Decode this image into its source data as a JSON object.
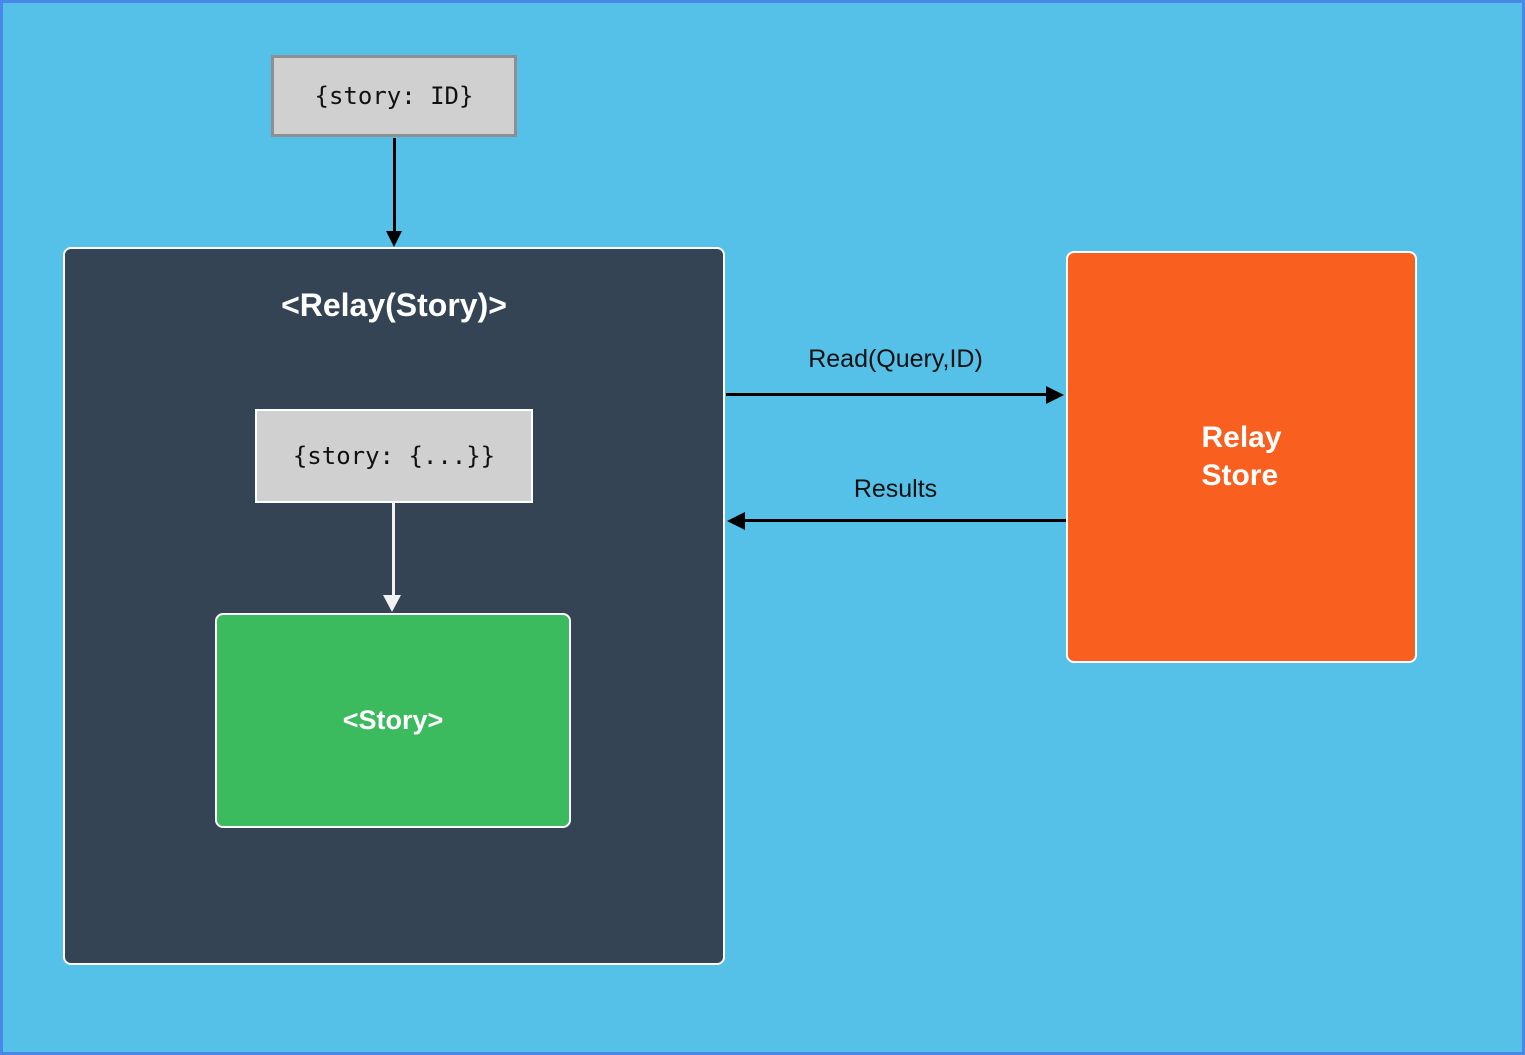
{
  "diagram": {
    "nodes": {
      "story_id": {
        "label": "{story: ID}"
      },
      "relay_container": {
        "title": "<Relay(Story)>"
      },
      "story_fragment": {
        "label": "{story: {...}}"
      },
      "story_component": {
        "label": "<Story>"
      },
      "relay_store": {
        "line1": "Relay",
        "line2": "Store"
      }
    },
    "edges": {
      "read": {
        "label": "Read(Query,ID)"
      },
      "results": {
        "label": "Results"
      }
    }
  },
  "colors": {
    "canvas_bg": "#55c0e8",
    "frame_border": "#4a87e8",
    "container_bg": "#344455",
    "gray_node_bg": "#d0d0d0",
    "gray_node_border": "#8f8f8f",
    "white_border": "#ffffff",
    "story_green": "#3cba5e",
    "store_orange": "#f95f1e",
    "arrow_black": "#000000",
    "arrow_white": "#f2f2f2",
    "text_dark": "#111111",
    "text_light": "#ffffff"
  }
}
